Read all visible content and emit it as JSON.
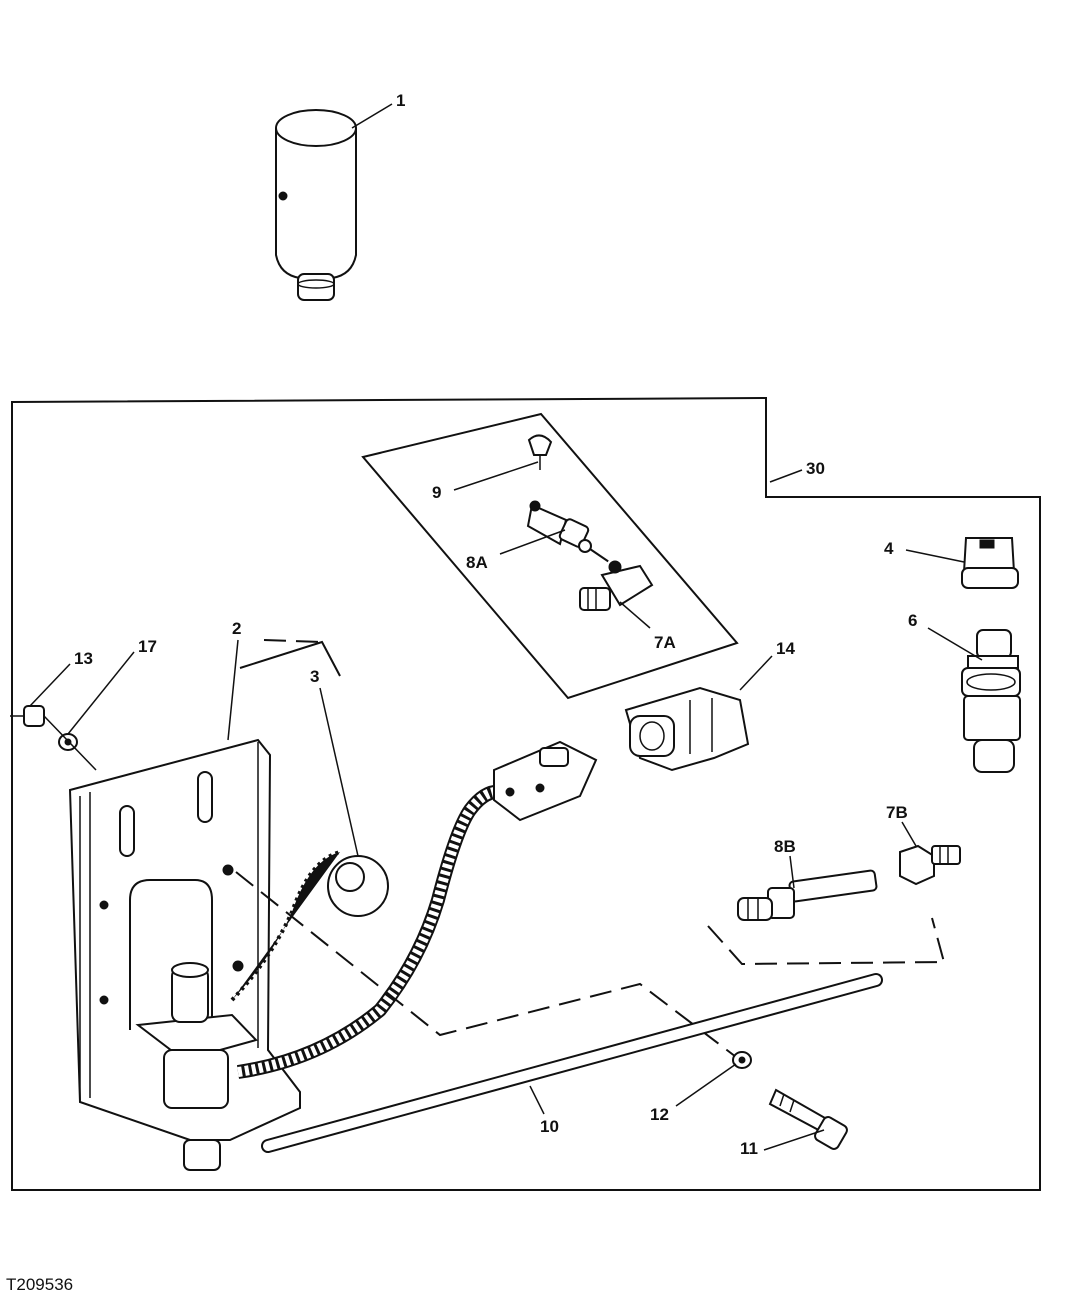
{
  "figure_id": "T209536",
  "callouts": {
    "c1": "1",
    "c2": "2",
    "c3": "3",
    "c4": "4",
    "c6": "6",
    "c7a": "7A",
    "c7b": "7B",
    "c8a": "8A",
    "c8b": "8B",
    "c9": "9",
    "c10": "10",
    "c11": "11",
    "c12": "12",
    "c13": "13",
    "c14": "14",
    "c17": "17",
    "c30": "30"
  },
  "parts": [
    {
      "ref": "1",
      "icon": "filter-canister-icon"
    },
    {
      "ref": "2",
      "icon": "mounting-bracket-icon"
    },
    {
      "ref": "3",
      "icon": "cap-with-chain-icon"
    },
    {
      "ref": "4",
      "icon": "cap-icon"
    },
    {
      "ref": "6",
      "icon": "sensor-icon"
    },
    {
      "ref": "7A",
      "icon": "sensor-connector-icon"
    },
    {
      "ref": "7B",
      "icon": "hex-nut-icon"
    },
    {
      "ref": "8A",
      "icon": "fitting-icon"
    },
    {
      "ref": "8B",
      "icon": "fitting-icon"
    },
    {
      "ref": "9",
      "icon": "plug-icon"
    },
    {
      "ref": "10",
      "icon": "tube-icon"
    },
    {
      "ref": "11",
      "icon": "bolt-icon"
    },
    {
      "ref": "12",
      "icon": "washer-icon"
    },
    {
      "ref": "13",
      "icon": "nut-icon"
    },
    {
      "ref": "14",
      "icon": "connector-housing-icon"
    },
    {
      "ref": "17",
      "icon": "washer-icon"
    },
    {
      "ref": "30",
      "icon": "kit-boundary-icon"
    }
  ],
  "colors": {
    "ink": "#111111",
    "paper": "#ffffff"
  }
}
